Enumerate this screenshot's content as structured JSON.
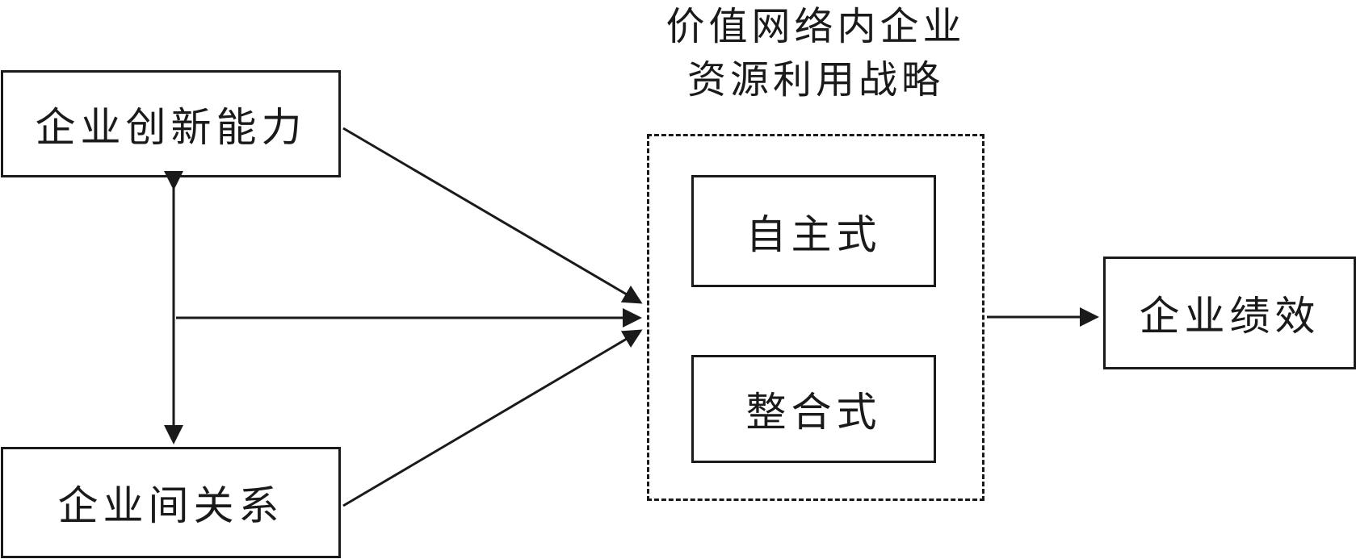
{
  "diagram": {
    "strategy_group": {
      "title_line1": "价值网络内企业",
      "title_line2": "资源利用战略",
      "options": [
        "自主式",
        "整合式"
      ]
    },
    "inputs": {
      "innovation": "企业创新能力",
      "relations": "企业间关系"
    },
    "output": {
      "performance": "企业绩效"
    },
    "colors": {
      "line": "#1a1a1a",
      "background": "#ffffff"
    }
  }
}
